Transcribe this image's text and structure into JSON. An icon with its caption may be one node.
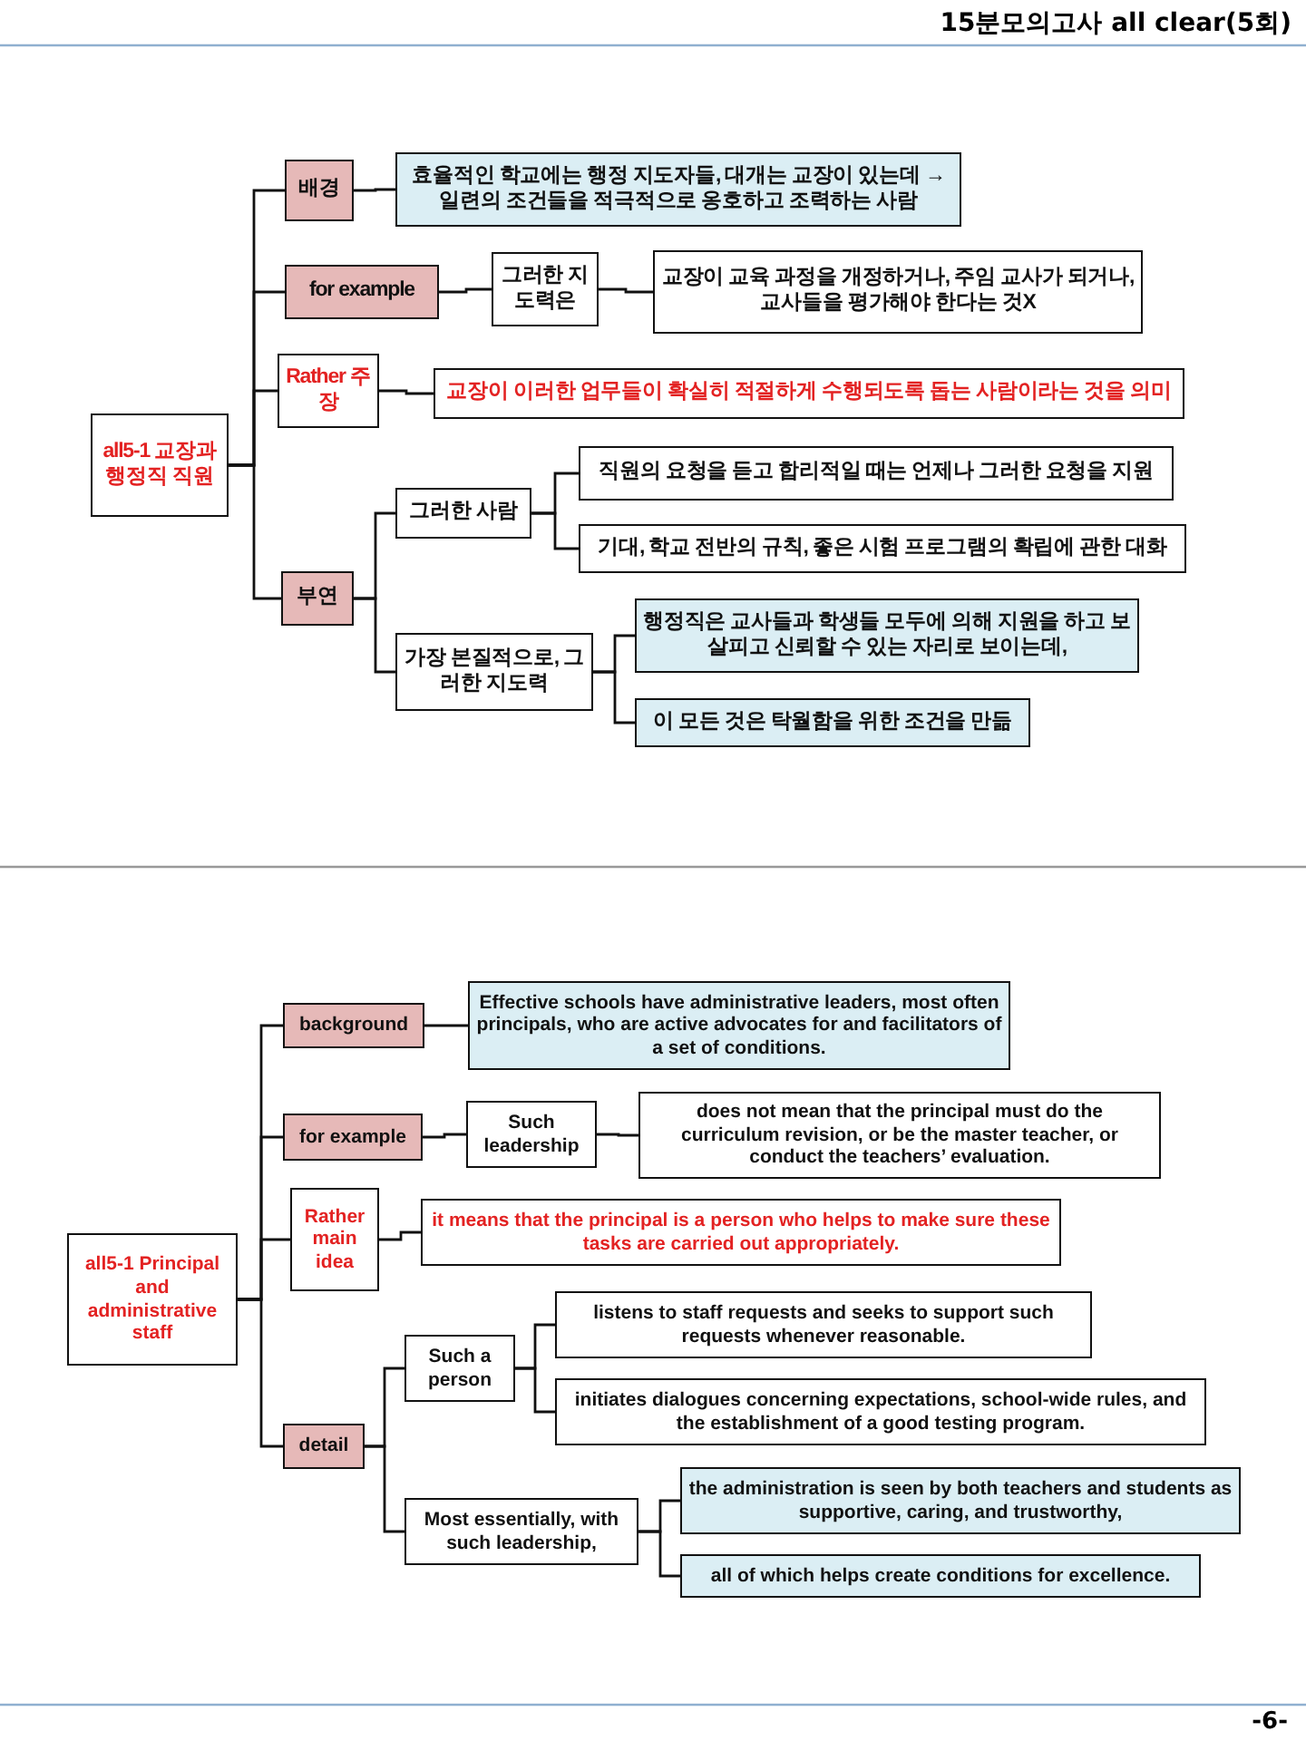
{
  "diagram": {
    "title": "15분모의고사 all clear(5회)",
    "nodes": [
      {
        "text": [
          "all5-1 교장과 행정직 직원"
        ]
      },
      {
        "text": [
          "배경"
        ]
      },
      {
        "text": [
          "효율적인 학교에는 행정 지도자들, 대개는 교장이 있는데 → 일련의 조건들을 적극적으로 옹호하고 조력하는 사람"
        ]
      },
      {
        "text": [
          "for example"
        ]
      },
      {
        "text": [
          "그러한 지도력은"
        ]
      },
      {
        "text": [
          "교장이 교육 과정을 개정하거나, 주임 교사가 되거나, 교사들을 평가해야 한다는 것X"
        ]
      },
      {
        "text": [
          "Rather 주장"
        ]
      },
      {
        "text": [
          "교장이 이러한 업무들이 확실히 적절하게 수행되도록 돕는 사람이라는 것을 의미"
        ]
      },
      {
        "text": [
          "부연"
        ]
      },
      {
        "text": [
          "그러한 사람"
        ]
      },
      {
        "text": [
          "직원의 요청을 듣고 합리적일 때는 언제나 그러한 요청을 지원"
        ]
      },
      {
        "text": [
          "기대, 학교 전반의 규칙, 좋은 시험 프로그램의 확립에 관한 대화"
        ]
      },
      {
        "text": [
          "가장 본질적으로, 그러한 지도력"
        ]
      },
      {
        "text": [
          "행정직은 교사들과 학생들 모두에 의해 지원을 하고 보살피고 신뢰할 수 있는 자리로 보이는데,"
        ]
      },
      {
        "text": [
          "이 모든 것은 탁월함을 위한 조건을 만듦"
        ]
      },
      {
        "text": [
          "all5-1 Principal and administrative staff"
        ]
      },
      {
        "text": [
          "background"
        ]
      },
      {
        "text": [
          "Effective schools have administrative leaders, most often principals, who are active advocates for and facilitators of a set of conditions."
        ]
      },
      {
        "text": [
          "for example"
        ]
      },
      {
        "text": [
          "Such leadership"
        ]
      },
      {
        "text": [
          "does not mean that the principal must do the curriculum revision, or be the master teacher, or conduct the teachers’ evaluation."
        ]
      },
      {
        "text": [
          "Rather main idea"
        ]
      },
      {
        "text": [
          "it means that the principal is a person who helps to make sure these tasks are carried out appropriately."
        ]
      },
      {
        "text": [
          "detail"
        ]
      },
      {
        "text": [
          "Such a person"
        ]
      },
      {
        "text": [
          "listens to staff requests and seeks to support such requests whenever reasonable."
        ]
      },
      {
        "text": [
          "initiates dialogues concerning expectations, school-wide rules, and the establishment of a good testing program."
        ]
      },
      {
        "text": [
          "Most essentially, with such leadership,"
        ]
      },
      {
        "text": [
          "the administration is seen by both teachers and students as supportive, caring, and trustworthy,"
        ]
      },
      {
        "text": [
          "all of which helps create conditions for excellence."
        ]
      }
    ],
    "edges": [
      {
        "from": 0,
        "to": 1,
        "arrow": "none"
      },
      {
        "from": 0,
        "to": 3,
        "arrow": "none"
      },
      {
        "from": 0,
        "to": 6,
        "arrow": "none"
      },
      {
        "from": 0,
        "to": 8,
        "arrow": "none"
      },
      {
        "from": 1,
        "to": 2,
        "arrow": "none"
      },
      {
        "from": 3,
        "to": 4,
        "arrow": "none"
      },
      {
        "from": 4,
        "to": 5,
        "arrow": "none"
      },
      {
        "from": 6,
        "to": 7,
        "arrow": "none"
      },
      {
        "from": 8,
        "to": 9,
        "arrow": "none"
      },
      {
        "from": 8,
        "to": 12,
        "arrow": "none"
      },
      {
        "from": 9,
        "to": 10,
        "arrow": "none"
      },
      {
        "from": 9,
        "to": 11,
        "arrow": "none"
      },
      {
        "from": 12,
        "to": 13,
        "arrow": "none"
      },
      {
        "from": 12,
        "to": 14,
        "arrow": "none"
      },
      {
        "from": 15,
        "to": 16,
        "arrow": "none"
      },
      {
        "from": 15,
        "to": 18,
        "arrow": "none"
      },
      {
        "from": 15,
        "to": 21,
        "arrow": "none"
      },
      {
        "from": 15,
        "to": 23,
        "arrow": "none"
      },
      {
        "from": 16,
        "to": 17,
        "arrow": "none"
      },
      {
        "from": 18,
        "to": 19,
        "arrow": "none"
      },
      {
        "from": 19,
        "to": 20,
        "arrow": "none"
      },
      {
        "from": 21,
        "to": 22,
        "arrow": "none"
      },
      {
        "from": 23,
        "to": 24,
        "arrow": "none"
      },
      {
        "from": 23,
        "to": 27,
        "arrow": "none"
      },
      {
        "from": 24,
        "to": 25,
        "arrow": "none"
      },
      {
        "from": 24,
        "to": 26,
        "arrow": "none"
      },
      {
        "from": 27,
        "to": 28,
        "arrow": "none"
      },
      {
        "from": 27,
        "to": 29,
        "arrow": "none"
      }
    ],
    "labels": [
      "-6-"
    ]
  }
}
